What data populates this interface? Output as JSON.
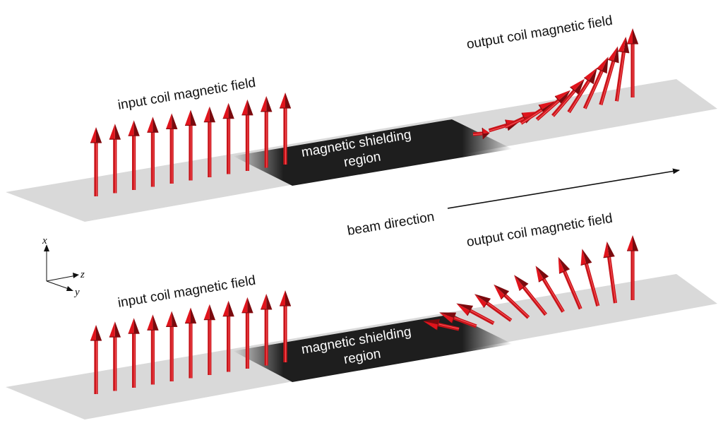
{
  "colors": {
    "plane": "#d9d9d9",
    "shield": "#1e1e1e",
    "arrow_shaft": "#c8141a",
    "arrow_head": "#e0141c",
    "arrow_dark": "#7a0a0e",
    "ink": "#111111"
  },
  "top_panel": {
    "input_label": "input coil magnetic field",
    "output_label": "output coil magnetic field",
    "shield_label_line1": "magnetic shielding",
    "shield_label_line2": "region"
  },
  "bottom_panel": {
    "input_label": "input coil magnetic field",
    "output_label": "output coil magnetic field",
    "shield_label_line1": "magnetic shielding",
    "shield_label_line2": "region"
  },
  "beam_direction_label": "beam direction",
  "axes": {
    "x": "x",
    "z": "z",
    "y": "y"
  }
}
